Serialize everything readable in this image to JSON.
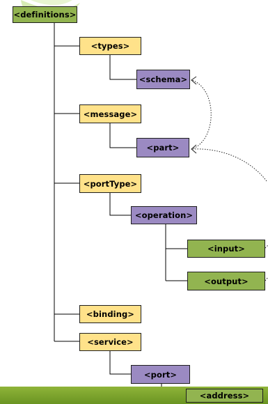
{
  "diagram": {
    "nodes": {
      "definitions": "<definitions>",
      "types": "<types>",
      "schema": "<schema>",
      "message": "<message>",
      "part": "<part>",
      "porttype": "<portType>",
      "operation": "<operation>",
      "input": "<input>",
      "output": "<output>",
      "binding": "<binding>",
      "service": "<service>",
      "port": "<port>",
      "address": "<address>"
    }
  },
  "colors": {
    "root": "#92b450",
    "section": "#ffe28a",
    "child": "#9b8ac2",
    "leaf": "#92b450",
    "bar": "#7aa32d"
  }
}
